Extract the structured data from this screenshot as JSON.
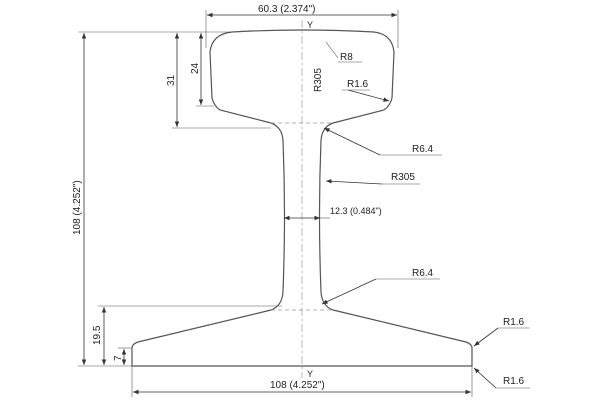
{
  "drawing": {
    "dimensions": {
      "head_width": "60.3 (2.374\")",
      "head_height_outer": "31",
      "head_height_inner": "24",
      "total_height": "108 (4.252\")",
      "web_thickness": "12.3 (0.484\")",
      "base_zone_height": "19.5",
      "base_edge": "7",
      "base_width": "108 (4.252\")"
    },
    "radii": {
      "head_corner": "R8",
      "head_side_r1": "R1.6",
      "head_crown": "R305",
      "web_top_fillet": "R6.4",
      "web_side": "R305",
      "web_bottom_fillet": "R6.4",
      "base_edge_top": "R1.6",
      "base_edge_bottom": "R1.6"
    },
    "axis": {
      "top_label": "Y",
      "bottom_label": "Y"
    }
  }
}
